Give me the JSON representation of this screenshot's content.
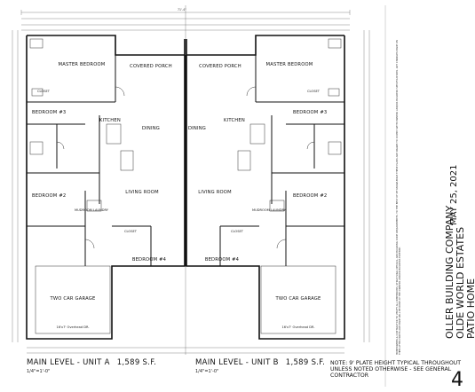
{
  "units": [
    {
      "key": "A",
      "rooms": {
        "master": "MASTER BEDROOM",
        "porch": "COVERED PORCH",
        "closet1": "CLOSET",
        "bedroom3": "BEDROOM #3",
        "kitchen": "KITCHEN",
        "dining": "DINING",
        "bedroom2": "BEDROOM #2",
        "living": "LIVING ROOM",
        "laundry": "MUDROOM LAUNDRY",
        "closet2": "CLOSET",
        "bedroom4": "BEDROOM #4",
        "garage": "TWO CAR GARAGE",
        "garage_door": "16'x7' Overhead DR."
      },
      "title": "MAIN LEVEL - UNIT A",
      "sqft": "1,589 S.F.",
      "scale": "1/4\"=1'-0\""
    },
    {
      "key": "B",
      "rooms": {
        "master": "MASTER BEDROOM",
        "porch": "COVERED PORCH",
        "closet1": "CLOSET",
        "bedroom3": "BEDROOM #3",
        "kitchen": "KITCHEN",
        "dining": "DINING",
        "bedroom2": "BEDROOM #2",
        "living": "LIVING ROOM",
        "laundry": "MUDROOM LAUNDRY",
        "closet2": "CLOSET",
        "bedroom4": "BEDROOM #4",
        "garage": "TWO CAR GARAGE",
        "garage_door": "16'x7' Overhead DR."
      },
      "title": "MAIN LEVEL - UNIT B",
      "sqft": "1,589 S.F.",
      "scale": "1/4\"=1'-0\""
    }
  ],
  "overall_dimension": "71'-4\"",
  "note": "NOTE: 9' PLATE HEIGHT TYPICAL THROUGHOUT UNLESS NOTED OTHERWISE - SEE GENERAL CONTRACTOR",
  "date": "MAY 25, 2021",
  "company": "OLLER BUILDING COMPANY",
  "project": "OLDE WORLD ESTATES",
  "plan_name": "PATIO HOME",
  "disclaimer": "HOMEOWNER & CONTRACTOR TO VERIFY ALL DIMENSIONS, STRUCTURAL DETAILS, AND BUILDING CODE REQUIREMENTS. TO THE BEST OF MY KNOWLEDGE THESE PLANS ARE DRAWN TO COMPLY WITH OWNERS AND/OR BUILDERS SPECIFICATIONS. ANY CHANGES MADE ON THEM AFTER PRINTS ARE MADE WILL BE DONE AT THE OWNERS AND/OR BUILDERS EXPENSE.",
  "sheet_number": "4"
}
